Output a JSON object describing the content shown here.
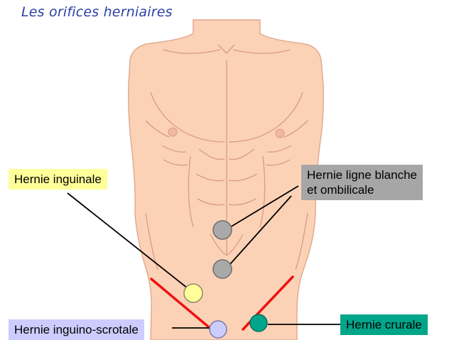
{
  "title": "Les orifices herniaires",
  "labels": {
    "inguinale": "Hernie inguinale",
    "ligne_blanche_line1": "Hernie ligne blanche",
    "ligne_blanche_line2": "et ombilicale",
    "inguino_scrotale": "Hernie inguino-scrotale",
    "crurale": "Hernie crurale"
  },
  "colors": {
    "skin": "#fcd2b6",
    "skin_line": "#d99a84",
    "inguinal_ligament": "#ee1111",
    "marker_gray": "#a9a9a9",
    "marker_yellow": "#ffff99",
    "marker_lavender": "#ccccff",
    "marker_green": "#00a58a"
  }
}
